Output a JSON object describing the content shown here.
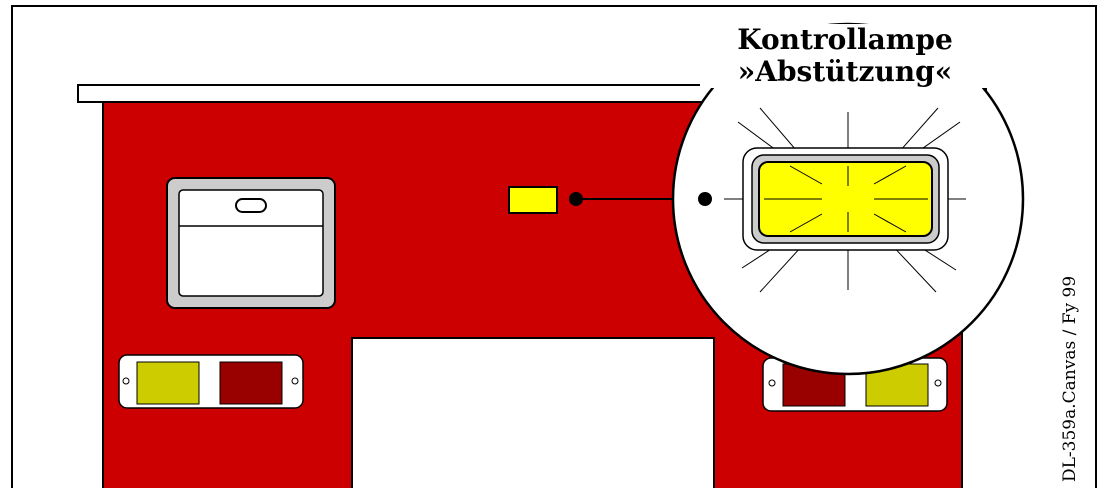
{
  "callout": {
    "line1": "Kontrollampe",
    "line2": "»Abstützung«"
  },
  "caption": "DL-359a.Canvas / Fy 99",
  "colors": {
    "body_red": "#cc0000",
    "lamp_yellow": "#ffff00",
    "lamp_off_yellow": "#cccc00",
    "taillight_red": "#990000",
    "panel_grey": "#cccccc"
  },
  "icons": {
    "handle": "grip-handle-icon",
    "indicator": "warning-lamp-icon"
  }
}
